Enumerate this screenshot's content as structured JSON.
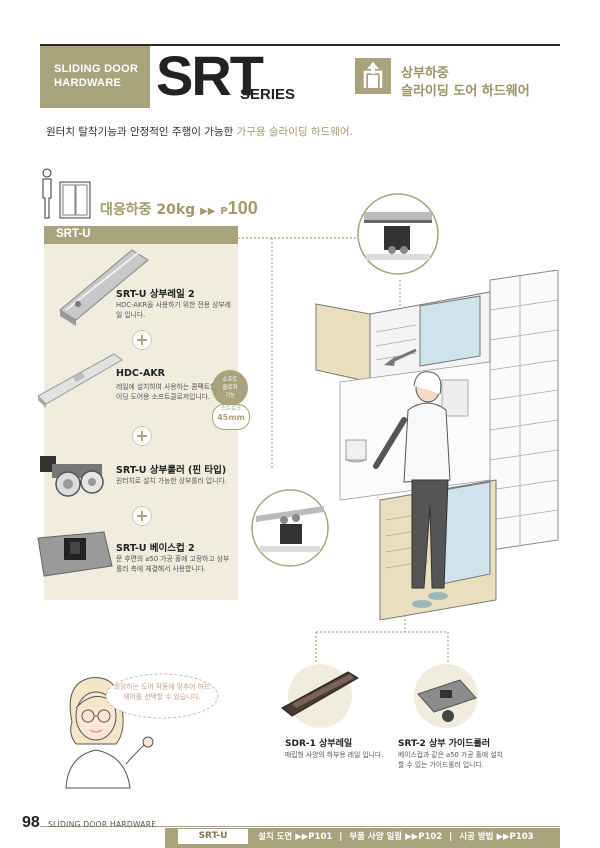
{
  "header": {
    "label_line1": "SLIDING DOOR",
    "label_line2": "HARDWARE",
    "title": "SRT",
    "subtitle": "SERIES",
    "category_line1": "상부하중",
    "category_line2": "슬라이딩 도어 하드웨어"
  },
  "intro": {
    "text_before": "원터치 탈착기능과 안정적인 주행이 가능한 ",
    "highlight": "가구용 슬라이딩 하드웨어.",
    "text_after": ""
  },
  "load": {
    "label": "대응하중 20kg",
    "arrows": "▶▶",
    "page_prefix": "P",
    "page": "100"
  },
  "panel": {
    "tab_label": "SRT-U",
    "items": [
      {
        "title": "SRT-U 상부레일 2",
        "desc": "HDC-AKR을 사용하기 위한 전용 상부레일 입니다."
      },
      {
        "title": "HDC-AKR",
        "desc": "레일에 설치하여 사용하는 콤팩트한 슬라이딩 도어용 소프트클로저입니다."
      },
      {
        "title": "SRT-U 상부롤러 (핀 타입)",
        "desc": "원터치로 설치 가능한 상부롤러 입니다."
      },
      {
        "title": "SRT-U 베이스컵 2",
        "desc": "문 후면의 ⌀50 가공 홀에 고정하고 상부롤러 축에 체결해서 사용합니다."
      }
    ],
    "plus_symbol": "+",
    "badge_line1": "소프트",
    "badge_line2": "클로저",
    "badge_line3": "기능",
    "badge2_label": "스트로크",
    "badge2_value": "45mm"
  },
  "assistant": {
    "bubble": "희망하는 도어 작동에 맞추어 하드웨어를 선택할 수 있습니다."
  },
  "products": [
    {
      "title": "SDR-1 상부레일",
      "desc": "매립형 사양의 하부용 레일 입니다."
    },
    {
      "title": "SRT-2 상부 가이드롤러",
      "desc": "베이스컵과 같은 ⌀50 가공 홀에 설치할 수 있는 가이드롤러 입니다."
    }
  ],
  "footer": {
    "page_number": "98",
    "section": "SLIDING DOOR HARDWARE",
    "tag": "SRT-U",
    "links": [
      {
        "label": "설치 도면",
        "arrows": "▶▶",
        "page": "P101"
      },
      {
        "label": "부품 사양 일람",
        "arrows": "▶▶",
        "page": "P102"
      },
      {
        "label": "시공 방법",
        "arrows": "▶▶",
        "page": "P103"
      }
    ],
    "separator": "|"
  },
  "colors": {
    "accent": "#a8a37c",
    "accent_text": "#9a9468",
    "panel_bg": "#efedde",
    "dark": "#222222"
  }
}
